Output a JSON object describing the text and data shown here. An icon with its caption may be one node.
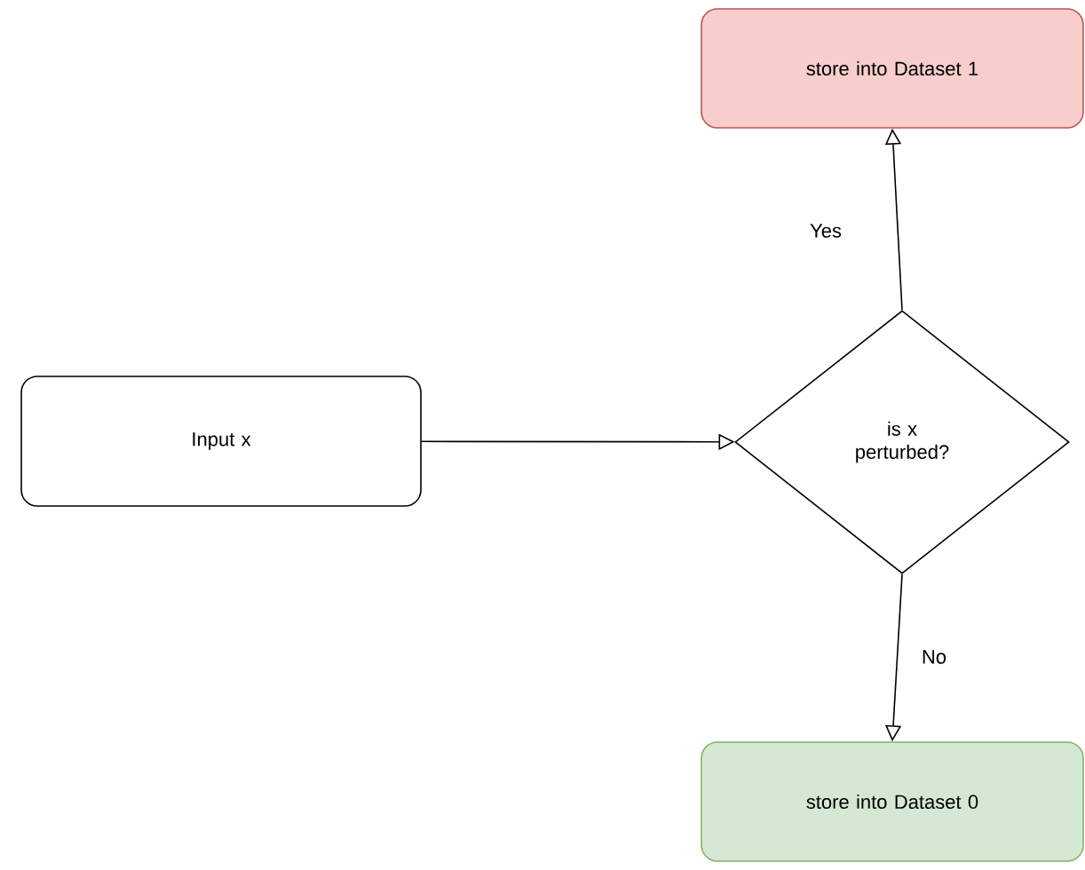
{
  "diagram": {
    "nodes": [
      {
        "text": [
          "Input x"
        ]
      },
      {
        "text": [
          "is x perturbed?"
        ]
      },
      {
        "text": [
          "store into Dataset 1"
        ]
      },
      {
        "text": [
          "store into Dataset 0"
        ]
      }
    ],
    "edges": [
      {
        "from": 0,
        "to": 1,
        "arrow": "to"
      },
      {
        "from": 1,
        "to": 2,
        "arrow": "to",
        "label": "Yes"
      },
      {
        "from": 1,
        "to": 3,
        "arrow": "to",
        "label": "No"
      }
    ]
  }
}
